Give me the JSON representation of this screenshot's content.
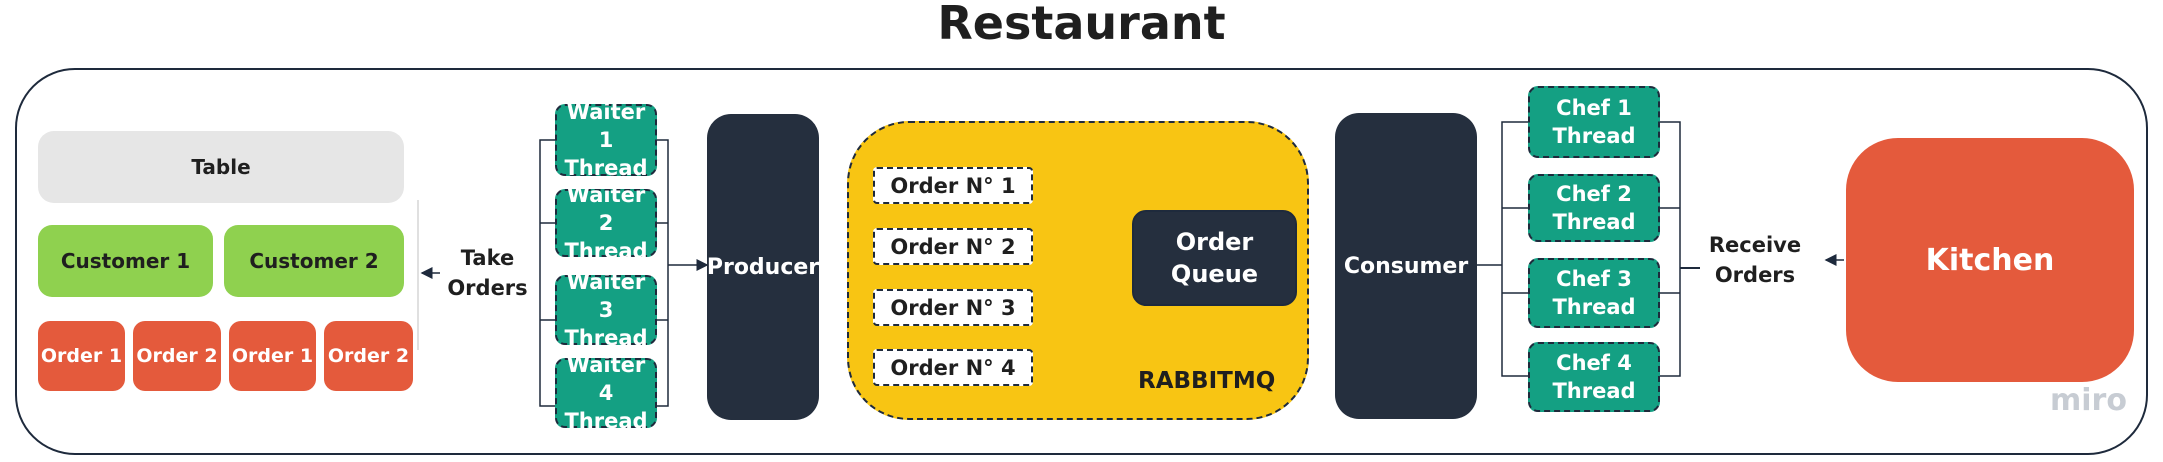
{
  "title": "Restaurant",
  "table": {
    "label": "Table"
  },
  "customers": [
    {
      "label": "Customer 1"
    },
    {
      "label": "Customer 2"
    }
  ],
  "orders": [
    {
      "label": "Order 1"
    },
    {
      "label": "Order 2"
    },
    {
      "label": "Order 1"
    },
    {
      "label": "Order 2"
    }
  ],
  "take_orders": "Take\nOrders",
  "waiters": [
    {
      "label": "Waiter 1\nThread"
    },
    {
      "label": "Waiter 2\nThread"
    },
    {
      "label": "Waiter 3\nThread"
    },
    {
      "label": "Waiter 4\nThread"
    }
  ],
  "producer": "Producer",
  "queue_orders": [
    {
      "label": "Order N° 1"
    },
    {
      "label": "Order N° 2"
    },
    {
      "label": "Order N° 3"
    },
    {
      "label": "Order N° 4"
    }
  ],
  "queue": "Order\nQueue",
  "rabbit_label": "RABBITMQ",
  "consumer": "Consumer",
  "chefs": [
    {
      "label": "Chef 1\nThread"
    },
    {
      "label": "Chef 2\nThread"
    },
    {
      "label": "Chef 3\nThread"
    },
    {
      "label": "Chef 4\nThread"
    }
  ],
  "receive_orders": "Receive\nOrders",
  "kitchen": "Kitchen",
  "watermark": "miro"
}
